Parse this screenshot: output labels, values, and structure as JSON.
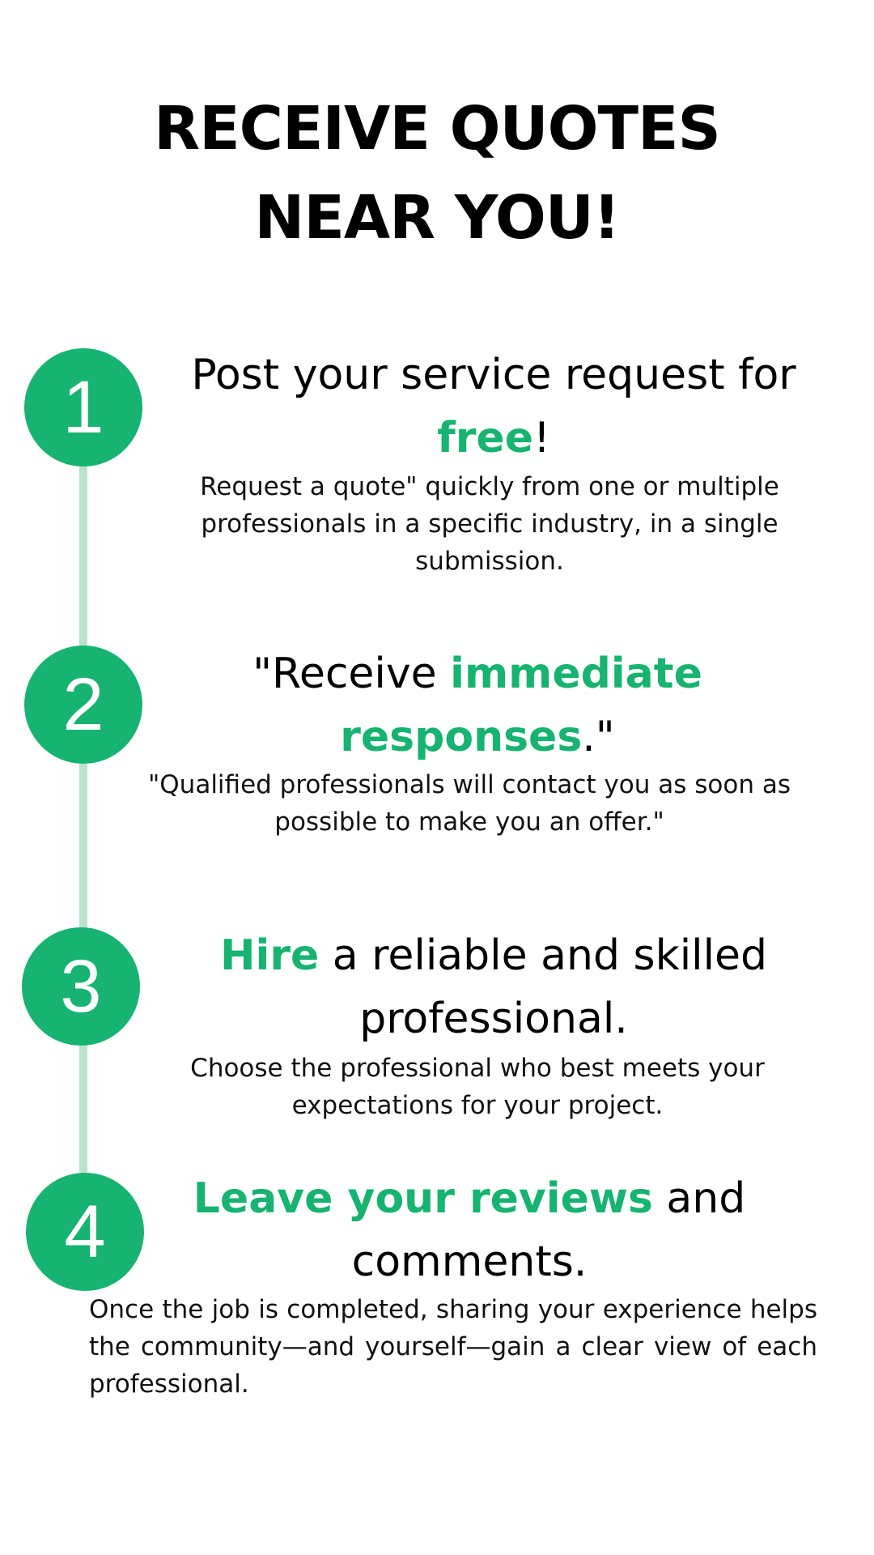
{
  "title": {
    "line1": "RECEIVE QUOTES",
    "line2": "NEAR YOU!"
  },
  "colors": {
    "accent": "#16b371",
    "timeline": "#b9e4c9",
    "text": "#000000",
    "background": "#ffffff"
  },
  "steps": [
    {
      "number": "1",
      "heading_pre": "Post your service request for",
      "heading_accent": "free",
      "heading_post": "!",
      "description": "Request a quote\" quickly from one or multiple professionals in a specific industry, in a single submission."
    },
    {
      "number": "2",
      "heading_pre": "\"Receive ",
      "heading_accent": "immediate responses",
      "heading_post": ".\"",
      "description": "\"Qualified professionals will contact you as soon as possible to make you an offer.\""
    },
    {
      "number": "3",
      "heading_accent": "Hire",
      "heading_post": " a reliable and skilled professional.",
      "description": "Choose the professional who best meets your expectations for your project."
    },
    {
      "number": "4",
      "heading_accent": "Leave your reviews",
      "heading_post": " and comments.",
      "description": "Once the job is completed, sharing your experience helps the community—and yourself—gain a clear view of each professional."
    }
  ]
}
